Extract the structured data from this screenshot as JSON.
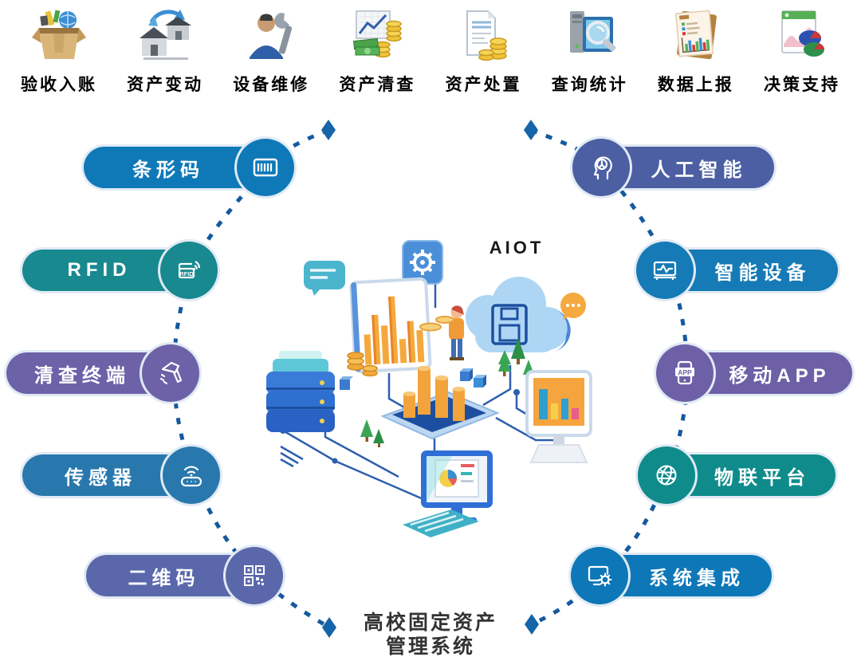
{
  "top_modules": [
    {
      "label": "验收入账",
      "icon": "acceptance-box-icon"
    },
    {
      "label": "资产变动",
      "icon": "asset-change-icon"
    },
    {
      "label": "设备维修",
      "icon": "equipment-repair-icon"
    },
    {
      "label": "资产清查",
      "icon": "asset-inventory-icon"
    },
    {
      "label": "资产处置",
      "icon": "asset-disposal-icon"
    },
    {
      "label": "查询统计",
      "icon": "query-statistics-icon"
    },
    {
      "label": "数据上报",
      "icon": "data-report-icon"
    },
    {
      "label": "决策支持",
      "icon": "decision-support-icon"
    }
  ],
  "left_nodes": [
    {
      "label": "条形码",
      "color": "#0f79b8",
      "icon": "barcode-icon"
    },
    {
      "label": "RFID",
      "color": "#17898f",
      "icon": "rfid-icon",
      "icon_text": "RFID"
    },
    {
      "label": "清查终端",
      "color": "#6d62a8",
      "icon": "scanner-icon"
    },
    {
      "label": "传感器",
      "color": "#2878ad",
      "icon": "sensor-icon"
    },
    {
      "label": "二维码",
      "color": "#5a68ab",
      "icon": "qrcode-icon"
    }
  ],
  "right_nodes": [
    {
      "label": "人工智能",
      "color": "#4c5fa2",
      "icon": "ai-head-icon"
    },
    {
      "label": "智能设备",
      "color": "#157ab5",
      "icon": "smart-device-icon"
    },
    {
      "label": "移动APP",
      "color": "#6d60a7",
      "icon": "mobile-app-icon",
      "icon_text": "APP"
    },
    {
      "label": "物联平台",
      "color": "#0f8b8b",
      "icon": "iot-platform-icon"
    },
    {
      "label": "系统集成",
      "color": "#0d77b7",
      "icon": "system-integration-icon"
    }
  ],
  "center": {
    "cloud_label": "AIOT"
  },
  "bottom_title": {
    "line1": "高校固定资产",
    "line2": "管理系统"
  },
  "colors": {
    "dash": "#15599f",
    "diamond": "#1565a8",
    "halo": "#e1eaf4",
    "line": "#2d5fae"
  }
}
